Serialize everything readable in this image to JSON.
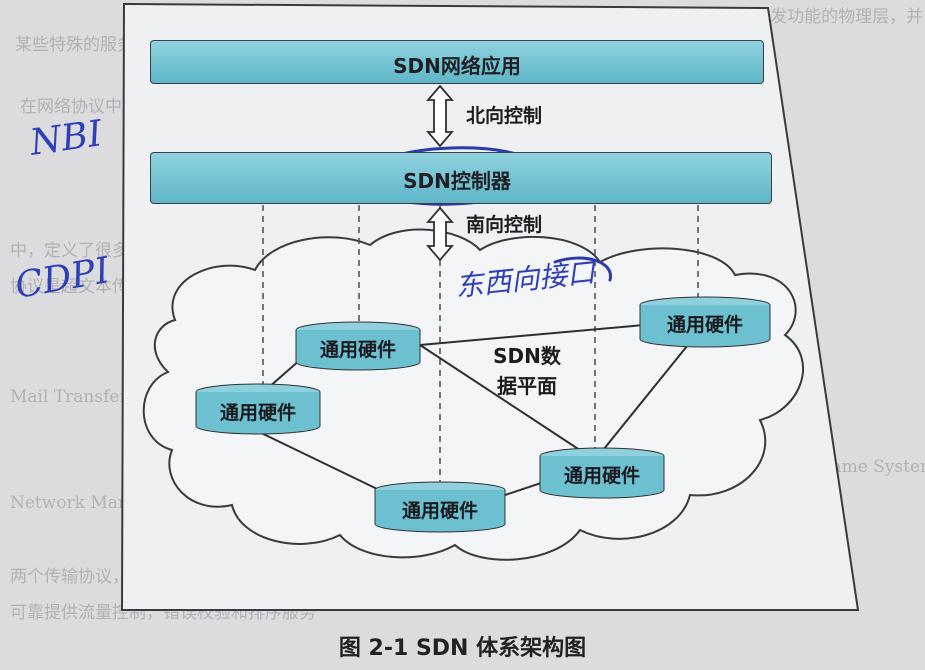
{
  "diagram": {
    "app_layer": "SDN网络应用",
    "northbound": "北向控制",
    "controller": "SDN控制器",
    "southbound": "南向控制",
    "data_plane": [
      "SDN数",
      "据平面"
    ],
    "hardware_label": "通用硬件",
    "caption": "图 2-1    SDN 体系架构图"
  },
  "annotations": {
    "nbi": "NBI",
    "cdpi": "CDPI",
    "east_west": "东西向接口"
  },
  "background_text": [
    "数据传输、完成SDN数据转发功能的物理层，并",
    "某些特殊的服务与功能，应用层位于最上面一个",
    "在网络协议中的层位于计算机领域 TCP/IP 中它们被",
    "中，定义了很多网络相关的协议，应用程序通过本层协议利用",
    "协议是超文本传输协议 HTTP（Hypertext Transfer Protocol），文件传输协议，TF",
    "Mail Transfer Protocol，网络新闻传输协议，DHCP（Dynamic H",
    "动态配置协议），DNS（Domain Name System",
    "Network Management Protocol）网络管理协议等",
    "两个传输协议，分别是 TCP 和 UDP（User Datagram Protocol",
    "可靠提供流量控制，错误校验和排序服务"
  ],
  "colors": {
    "bar": "#6cc0d0",
    "hardware": "#6cc0d0",
    "ink": "#2b3aa8"
  }
}
